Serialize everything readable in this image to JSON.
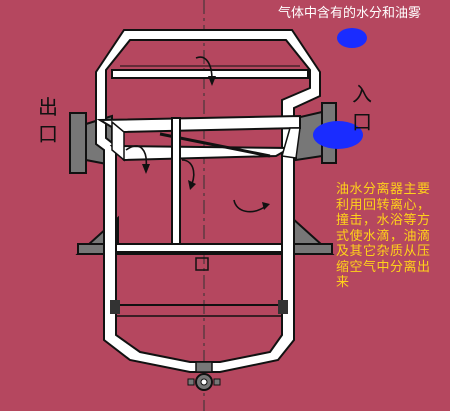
{
  "top_note": "气体中含有的水分和油雾",
  "outlet_label_lines": [
    "出",
    "口"
  ],
  "inlet_label_lines": [
    "入",
    "口"
  ],
  "description": "油水分离器主要利用回转离心，撞击，水浴等方式使水滴，油滴及其它杂质从压缩空气中分离出来",
  "colors": {
    "background": "#b5475f",
    "vessel_fill": "#ffffff",
    "flange_gray": "#777777",
    "droplet_blue": "#1a2cff",
    "description_text": "#ffd21a"
  }
}
